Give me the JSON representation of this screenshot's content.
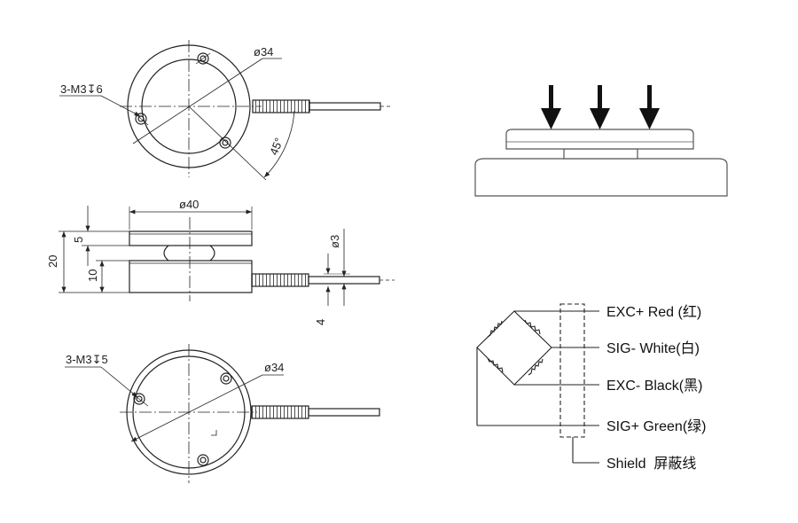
{
  "top_view": {
    "dia": "ø34",
    "holes": "3-M3↧6",
    "angle": "45°"
  },
  "side_view": {
    "width": "ø40",
    "height": "20",
    "gap": "5",
    "lower": "10",
    "cable": "ø3",
    "cable_off": "4"
  },
  "bottom_view": {
    "dia": "ø34",
    "holes": "3-M3↧5"
  },
  "wiring": {
    "exc_pos": "EXC+ Red (红)",
    "sig_neg": "SIG- White(白)",
    "exc_neg": "EXC- Black(黑)",
    "sig_pos": "SIG+ Green(绿)",
    "shield": "Shield  屏蔽线"
  },
  "colors": {
    "line": "#222222",
    "arrow": "#111111",
    "center": "#444444"
  }
}
